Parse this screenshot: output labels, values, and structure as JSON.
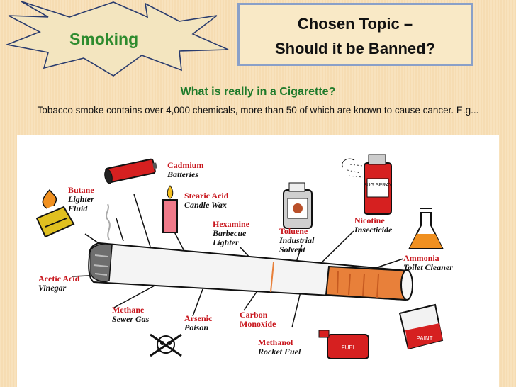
{
  "badge": {
    "text": "Smoking"
  },
  "title": {
    "line1": "Chosen Topic –",
    "line2": "Should it be Banned?"
  },
  "heading": "What is really in a Cigarette?",
  "intro": "Tobacco smoke contains over 4,000 chemicals, more than 50 of which  are known to cause cancer. E.g...",
  "chemicals": [
    {
      "name": "Butane",
      "use": "Lighter Fluid"
    },
    {
      "name": "Cadmium",
      "use": "Batteries"
    },
    {
      "name": "Stearic Acid",
      "use": "Candle Wax"
    },
    {
      "name": "Hexamine",
      "use": "Barbecue Lighter"
    },
    {
      "name": "Toluene",
      "use": "Industrial Solvent"
    },
    {
      "name": "Nicotine",
      "use": "Insecticide"
    },
    {
      "name": "Ammonia",
      "use": "Toilet Cleaner"
    },
    {
      "name": "Acetic Acid",
      "use": "Vinegar"
    },
    {
      "name": "Methane",
      "use": "Sewer Gas"
    },
    {
      "name": "Arsenic",
      "use": "Poison"
    },
    {
      "name": "Carbon",
      "use": "Monoxide"
    },
    {
      "name": "Methanol",
      "use": "Rocket Fuel"
    }
  ],
  "product_labels": {
    "bug_spray": "BUG SPRAY",
    "fuel": "FUEL",
    "paint": "PAINT"
  },
  "colors": {
    "heading": "#1e7a2a",
    "badge_text": "#2e8b2e",
    "chemical_name": "#c8161d",
    "frame": "#8aa0c8"
  }
}
